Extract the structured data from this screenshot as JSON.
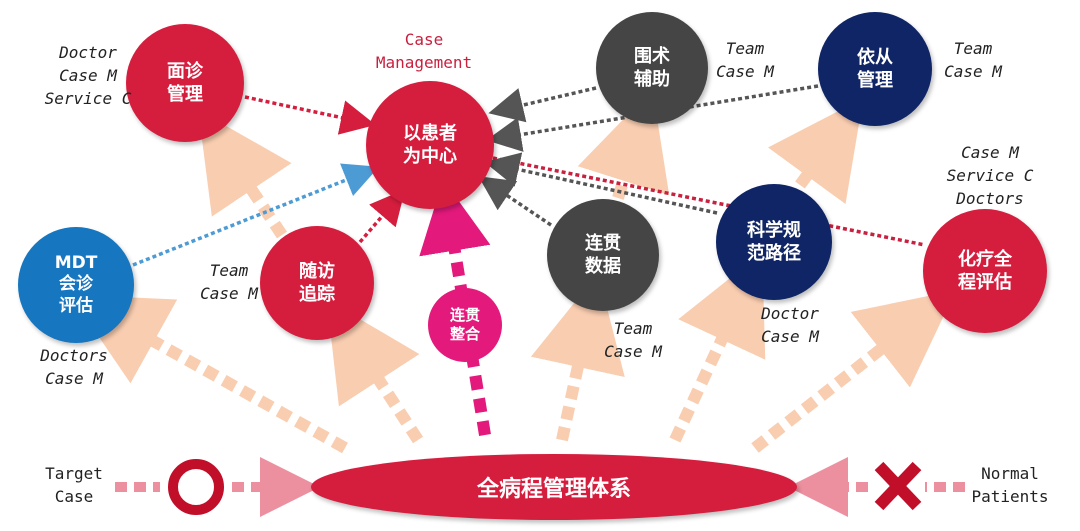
{
  "diagram": {
    "center": {
      "line1": "以患者",
      "line2": "为中心",
      "label": "Case\nManagement"
    },
    "nodes": {
      "face_consult": {
        "line1": "面诊",
        "line2": "管理",
        "note": "Doctor\nCase M\nService C"
      },
      "surgery": {
        "line1": "围术",
        "line2": "辅助",
        "note": "Team\nCase M"
      },
      "compliance": {
        "line1": "依从",
        "line2": "管理",
        "note": "Team\nCase M"
      },
      "mdt": {
        "line1": "MDT",
        "line2": "会诊",
        "line3": "评估",
        "note": "Doctors\nCase M"
      },
      "followup": {
        "line1": "随访",
        "line2": "追踪",
        "note": "Team\nCase M"
      },
      "integration": {
        "line1": "连贯",
        "line2": "整合"
      },
      "data": {
        "line1": "连贯",
        "line2": "数据",
        "note": "Team\nCase M"
      },
      "pathway": {
        "line1": "科学规",
        "line2": "范路径",
        "note": "Doctor\nCase M"
      },
      "chemo": {
        "line1": "化疗全",
        "line2": "程评估",
        "note": "Case M\nService C\nDoctors"
      }
    },
    "system": "全病程管理体系",
    "left_input": "Target\nCase",
    "right_input": "Normal\nPatients",
    "colors": {
      "red": "#d51d3e",
      "dark_gray": "#454545",
      "navy": "#0f2565",
      "blue": "#1676bf",
      "magenta": "#e3197c",
      "peach_arrow": "#f9cdb0",
      "pink_arrow": "#ec8f9e"
    }
  }
}
